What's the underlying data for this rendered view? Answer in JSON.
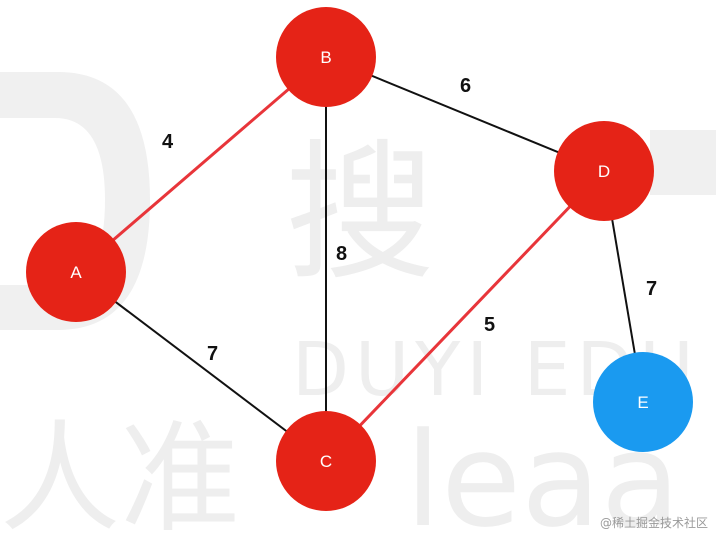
{
  "watermark": {
    "big_glyph": "搜",
    "latin": "DUYI EDU",
    "cn": "人准",
    "word": "leaa"
  },
  "credit": "@稀土掘金技术社区",
  "graph": {
    "nodes": [
      {
        "id": "A",
        "label": "A",
        "color": "#e52317"
      },
      {
        "id": "B",
        "label": "B",
        "color": "#e52317"
      },
      {
        "id": "C",
        "label": "C",
        "color": "#e52317"
      },
      {
        "id": "D",
        "label": "D",
        "color": "#e52317"
      },
      {
        "id": "E",
        "label": "E",
        "color": "#1a9af0"
      }
    ],
    "edges": [
      {
        "from": "A",
        "to": "B",
        "weight": "4",
        "selected": true
      },
      {
        "from": "B",
        "to": "D",
        "weight": "6",
        "selected": false
      },
      {
        "from": "B",
        "to": "C",
        "weight": "8",
        "selected": false
      },
      {
        "from": "A",
        "to": "C",
        "weight": "7",
        "selected": false
      },
      {
        "from": "C",
        "to": "D",
        "weight": "5",
        "selected": true
      },
      {
        "from": "D",
        "to": "E",
        "weight": "7",
        "selected": false
      }
    ],
    "colors": {
      "selected_edge": "#e8353a",
      "plain_edge": "#111111"
    }
  }
}
